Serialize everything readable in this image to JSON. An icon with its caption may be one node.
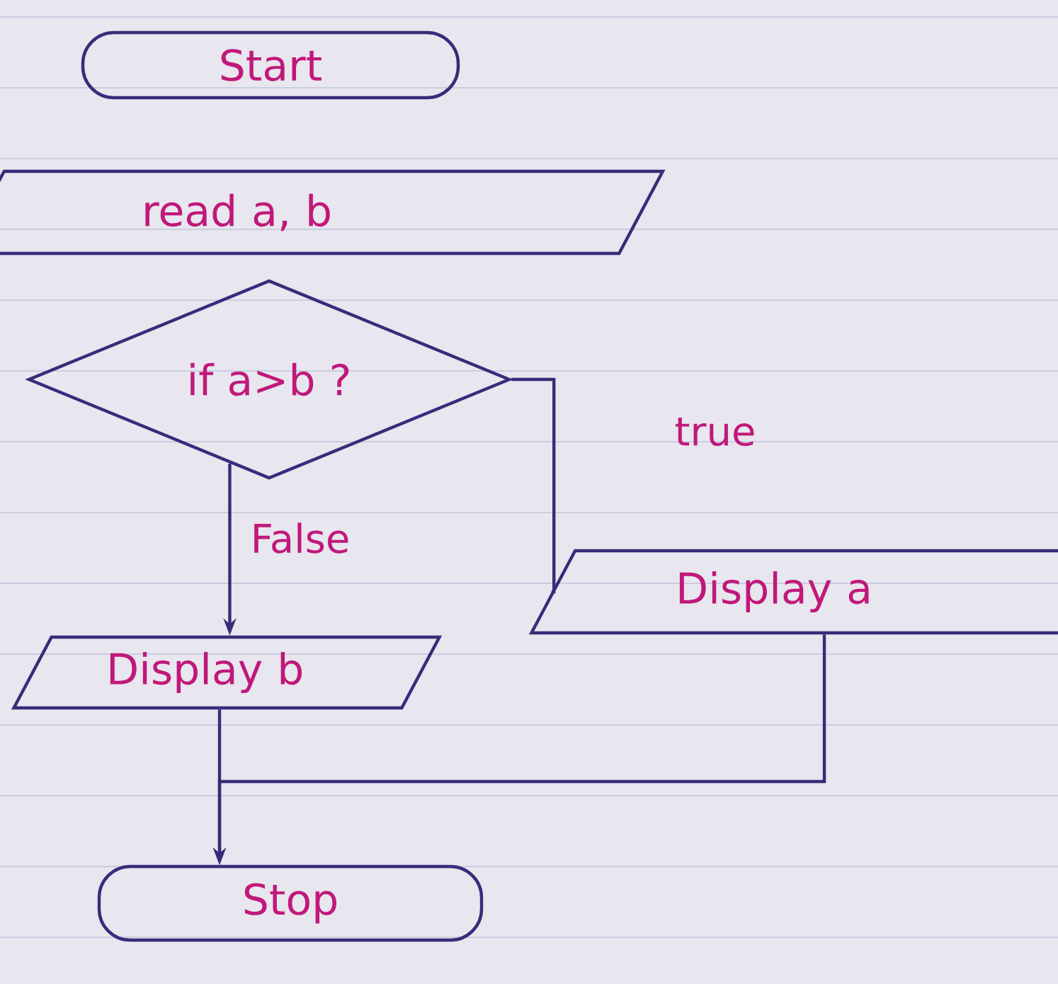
{
  "diagram": {
    "nodes": [
      {
        "text": [
          "Start"
        ]
      },
      {
        "text": [
          "read a, b"
        ]
      },
      {
        "text": [
          "if a>b ?"
        ]
      },
      {
        "text": [
          "Display b"
        ]
      },
      {
        "text": [
          "Display a"
        ]
      },
      {
        "text": [
          "Stop"
        ]
      }
    ],
    "edges": [
      {
        "from": 2,
        "to": 3,
        "arrow": "to",
        "label": "False"
      },
      {
        "from": 2,
        "to": 4,
        "arrow": "none",
        "label": "true"
      },
      {
        "from": 4,
        "to": 5,
        "arrow": "to"
      },
      {
        "from": 3,
        "to": 5,
        "arrow": "to"
      }
    ]
  }
}
